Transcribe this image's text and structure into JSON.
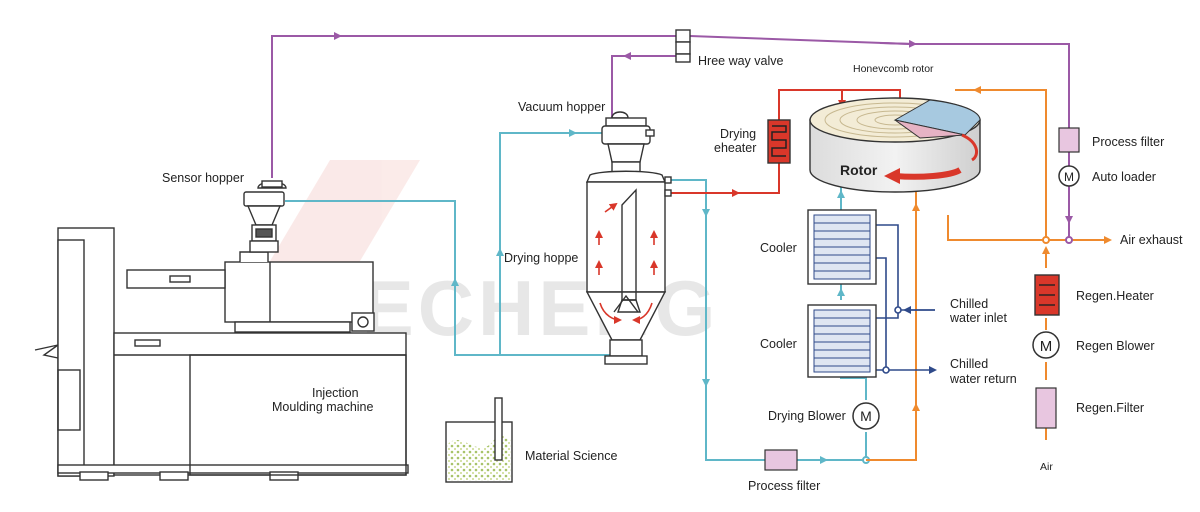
{
  "labels": {
    "three_way_valve": "Hree way valve",
    "honeycomb_rotor": "Honevcomb rotor",
    "vacuum_hopper": "Vacuum hopper",
    "drying_heater_1": "Drying",
    "drying_heater_2": "eheater",
    "process_filter_top": "Process filter",
    "auto_loader": "Auto loader",
    "sensor_hopper": "Sensor hopper",
    "rotor": "Rotor",
    "drying_hopper": "Drying hoppe",
    "air_exhaust": "Air exhaust",
    "cooler_top": "Cooler",
    "cooler_bottom": "Cooler",
    "chilled_inlet_1": "Chilled",
    "chilled_inlet_2": "water inlet",
    "chilled_return_1": "Chilled",
    "chilled_return_2": "water return",
    "regen_heater": "Regen.Heater",
    "regen_blower": "Regen Blower",
    "regen_filter": "Regen.Filter",
    "injection_1": "Injection",
    "injection_2": "Moulding machine",
    "material_science": "Material Science",
    "drying_blower": "Drying Blower",
    "process_filter_bottom": "Process filter",
    "air": "Air"
  },
  "colors": {
    "conveying_line": "#9b59a6",
    "process_air_line": "#5fb7c8",
    "heated_air_line": "#d9372a",
    "regen_air_line": "#ef8a2e",
    "chilled_water_line": "#2f4a8a",
    "heater_fill": "#d9372a",
    "filter_fill": "#e8c6e0",
    "outline": "#333333"
  },
  "icons": {
    "blower": "motor-circle-m",
    "valve": "three-way-valve",
    "filter": "filter-box"
  }
}
